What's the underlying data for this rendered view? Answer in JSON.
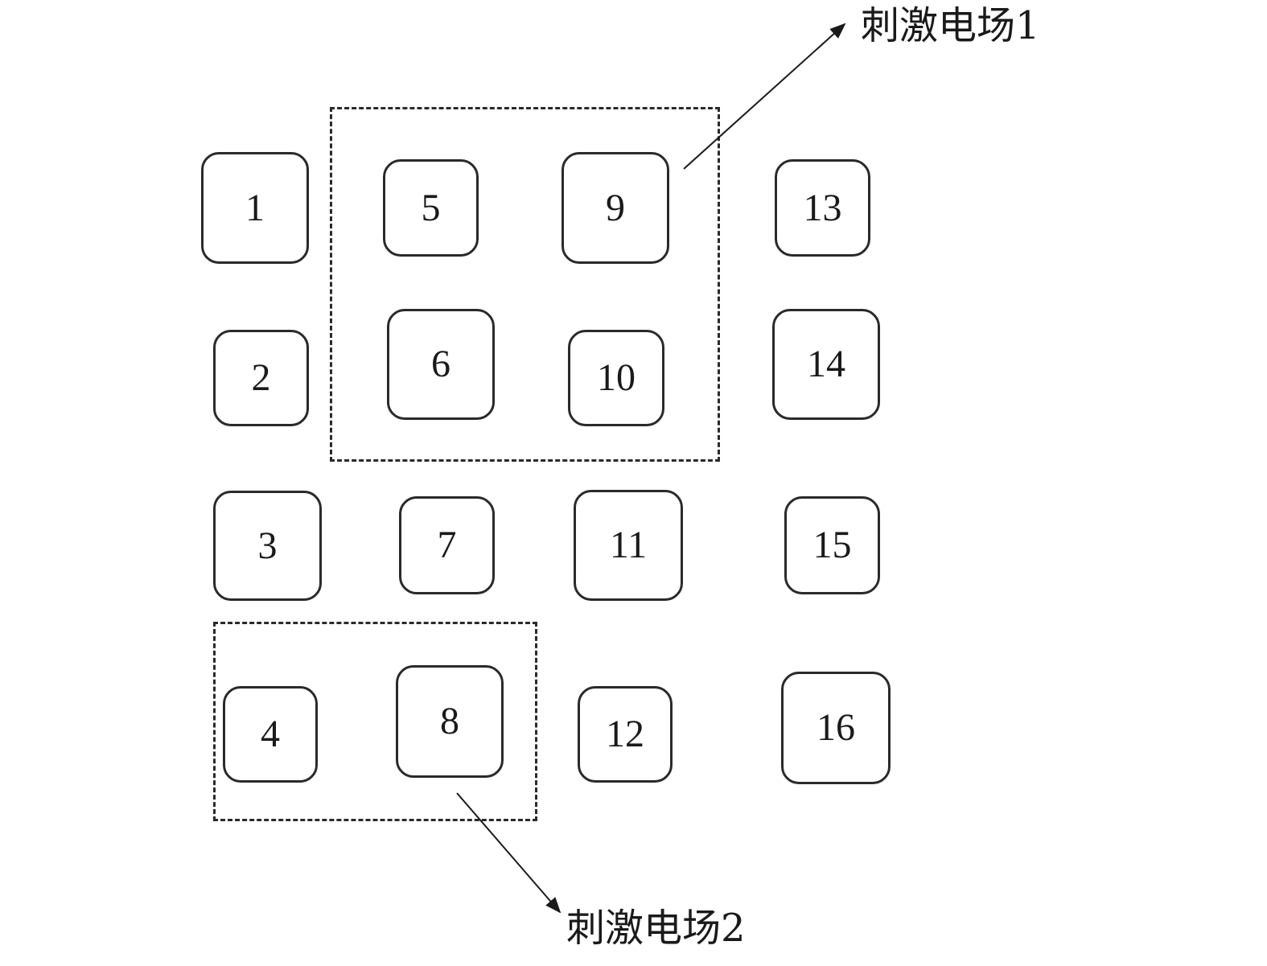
{
  "electrodes": [
    "1",
    "2",
    "3",
    "4",
    "5",
    "6",
    "7",
    "8",
    "9",
    "10",
    "11",
    "12",
    "13",
    "14",
    "15",
    "16"
  ],
  "fields": [
    {
      "label": "刺激电场1",
      "electrodes": [
        "5",
        "6",
        "9",
        "10"
      ]
    },
    {
      "label": "刺激电场2",
      "electrodes": [
        "4",
        "8"
      ]
    }
  ],
  "colors": {
    "stroke": "#2a2a2a",
    "text": "#1a1a1a",
    "background": "#ffffff"
  }
}
